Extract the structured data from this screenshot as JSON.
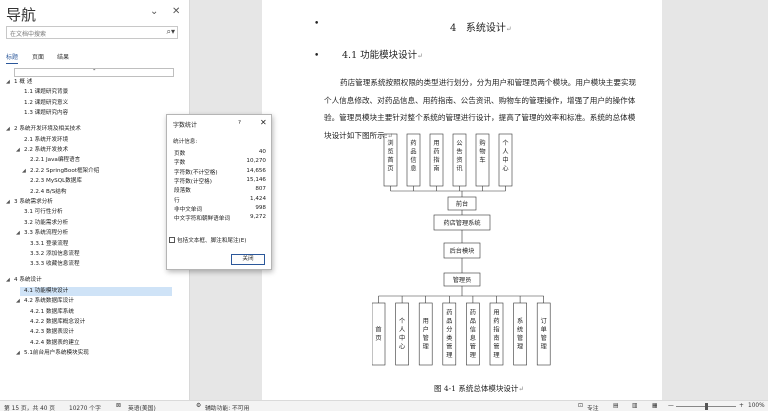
{
  "nav": {
    "title": "导航",
    "search_placeholder": "在文档中搜索",
    "tabs": [
      "标题",
      "页面",
      "结果"
    ],
    "top_item": "-",
    "items": [
      {
        "label": "1 概 述",
        "collapsible": true
      },
      {
        "label": "1.1 课题研究背景"
      },
      {
        "label": "1.2 课题研究意义"
      },
      {
        "label": "1.3 课题研究内容"
      },
      {
        "label": "2 系统开发环境及相关技术",
        "collapsible": true
      },
      {
        "label": "2.1 系统开发环境"
      },
      {
        "label": "2.2 系统开发技术",
        "collapsible": true
      },
      {
        "label": "2.2.1 Java编程语言"
      },
      {
        "label": "2.2.2 SpringBoot框架介绍",
        "collapsible": true
      },
      {
        "label": "2.2.3 MySQL数据库"
      },
      {
        "label": "2.2.4 B/S结构"
      },
      {
        "label": "3 系统需求分析",
        "collapsible": true
      },
      {
        "label": "3.1 可行性分析"
      },
      {
        "label": "3.2 功能需求分析"
      },
      {
        "label": "3.3 系统流程分析",
        "collapsible": true
      },
      {
        "label": "3.3.1 登录流程"
      },
      {
        "label": "3.3.2 添加信息流程"
      },
      {
        "label": "3.3.3 收藏信息流程"
      },
      {
        "label": "4 系统设计",
        "collapsible": true
      },
      {
        "label": "4.1 功能模块设计",
        "selected": true
      },
      {
        "label": "4.2 系统数据库设计",
        "collapsible": true
      },
      {
        "label": "4.2.1 数据库系统"
      },
      {
        "label": "4.2.2 数据库概念设计"
      },
      {
        "label": "4.2.3 数据表设计"
      },
      {
        "label": "4.2.4 数据表的建立"
      },
      {
        "label": "5.1前台用户系统模块实现",
        "collapsible": true
      }
    ]
  },
  "dialog": {
    "title": "字数统计",
    "help": "?",
    "close": "✕",
    "stats_heading": "统计信息:",
    "stats": [
      {
        "label": "页数",
        "value": "40"
      },
      {
        "label": "字数",
        "value": "10,270"
      },
      {
        "label": "字符数(不计空格)",
        "value": "14,656"
      },
      {
        "label": "字符数(计空格)",
        "value": "15,146"
      },
      {
        "label": "段落数",
        "value": "807"
      },
      {
        "label": "行",
        "value": "1,424"
      },
      {
        "label": "非中文单词",
        "value": "998"
      },
      {
        "label": "中文字符和朝鲜语单词",
        "value": "9,272"
      }
    ],
    "checkbox_label": "包括文本框、脚注和尾注(E)",
    "ok_label": "关闭"
  },
  "document": {
    "chapter_number": "4",
    "chapter_title": "系统设计",
    "section_title": "4.1 功能模块设计",
    "body": "药店管理系统按照权限的类型进行划分，分为用户和管理员两个模块。用户模块主要实现个人信息修改、对药品信息、用药指南、公告资讯、购物车的管理操作，增强了用户的操作体验。管理员模块主要针对整个系统的管理进行设计，提高了管理的效率和标准。系统的总体模块设计如下图所示:",
    "para_mark": "↵",
    "caption": "图 4-1  系统总体模块设计"
  },
  "diagram": {
    "user_modules": [
      "浏览首页",
      "药品信息",
      "用药指南",
      "公告资讯",
      "购物车",
      "个人中心"
    ],
    "front_label": "前台",
    "system_label": "药店管理系统",
    "back_label": "后台模块",
    "admin_label": "管理员",
    "admin_modules": [
      "首页",
      "个人中心",
      "用户管理",
      "药品分类管理",
      "药品信息管理",
      "用药指南管理",
      "系统管理",
      "订单管理"
    ]
  },
  "status": {
    "page": "第 15 页，共 40 页",
    "words": "10270 个字",
    "language": "英语(美国)",
    "accessibility": "辅助功能: 不可用",
    "focus": "专注",
    "zoom": "100%",
    "zoom_minus": "—",
    "zoom_plus": "+"
  },
  "icons": {
    "collapse": "chevron-down-icon",
    "close": "close-icon",
    "search": "search-icon"
  }
}
